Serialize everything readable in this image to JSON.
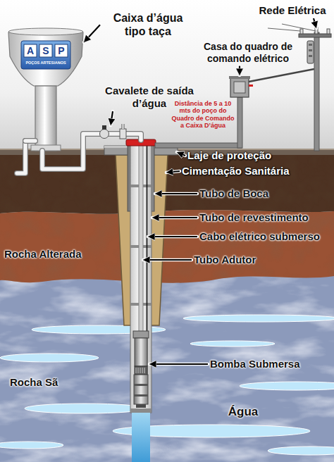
{
  "diagram": {
    "labels": [
      "Caixa d’água tipo taça",
      "Rede Elétrica",
      "A",
      "S",
      "P",
      "POÇOS ARTESIANOS",
      "Casa do quadro de comando elétrico",
      "Cavalete de saída d’água",
      "Distância de 5 a 10 mts do poço do Quadro de Comando a Caixa D’água",
      "Laje de proteção",
      "Cimentação Sanitária",
      "Tubo de Boca",
      "Tubo de revestimento",
      "Cabo elétrico submerso",
      "Rocha Alterada",
      "Tubo Adutor",
      "Bomba Submersa",
      "Rocha Sã",
      "Água"
    ]
  }
}
